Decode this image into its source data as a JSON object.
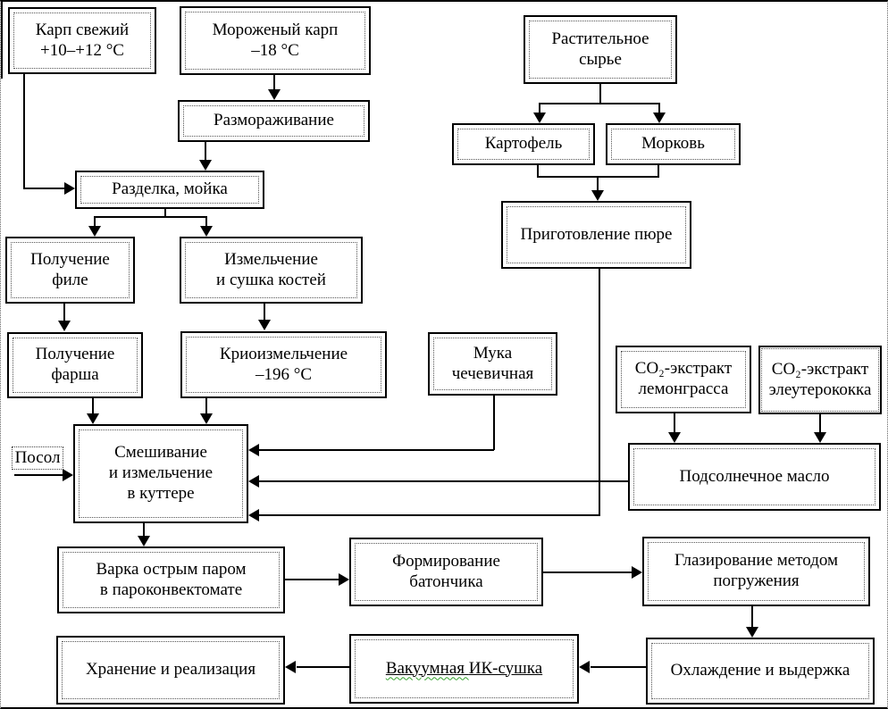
{
  "diagram": {
    "description": "Technological flowchart of fish-and-vegetable bar production",
    "boxes": {
      "fresh_carp": "Карп свежий\n+10–+12 °С",
      "frozen_carp": "Мороженый карп\n–18 °С",
      "defrosting": "Размораживание",
      "cutting_washing": "Разделка, мойка",
      "fillet": "Получение\nфиле",
      "bone_grinding": "Измельчение\nи сушка костей",
      "mince": "Получение\nфарша",
      "cryo_grinding": "Криоизмельчение\n–196 °С",
      "plant_raw": "Растительное\nсырье",
      "potato": "Картофель",
      "carrot": "Морковь",
      "puree": "Приготовление пюре",
      "lentil_flour": "Мука\nчечевичная",
      "co2_lemongrass": "СО₂-экстракт\nлемонграсса",
      "co2_eleuthero": "СО₂-экстракт\nэлеутерококка",
      "salting": "Посол",
      "mixing_cutter": "Смешивание\nи измельчение\nв куттере",
      "sunflower_oil": "Подсолнечное масло",
      "steam_cooking": "Варка острым паром\nв пароконвектомате",
      "bar_forming": "Формирование батончика",
      "glazing": "Глазирование методом\nпогружения",
      "cooling": "Охлаждение и выдержка",
      "vacuum_ir_drying_w1": "Вакуумная ",
      "vacuum_ir_drying_w2": "ИК-сушка",
      "storage_sale": "Хранение и реализация"
    },
    "colors": {
      "line": "#000000",
      "border": "#000000",
      "background": "#ffffff",
      "spellcheck_underline": "#33a02c"
    }
  }
}
